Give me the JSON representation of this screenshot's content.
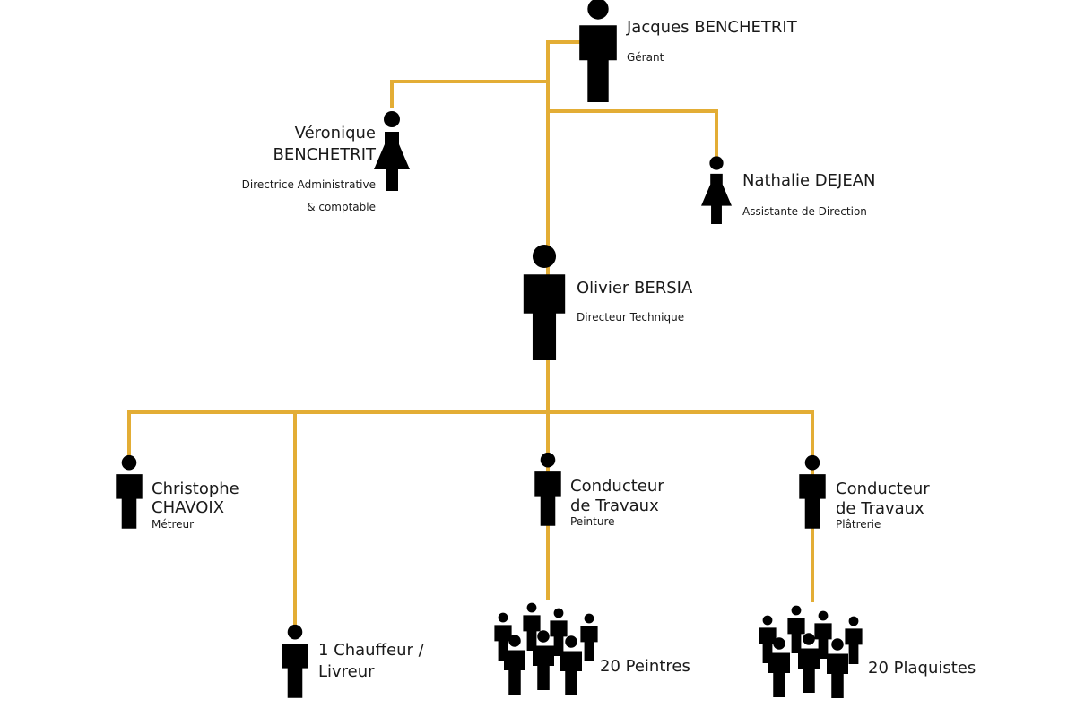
{
  "colors": {
    "accent": "#e3ad35",
    "text": "#1a1a1a"
  },
  "nodes": {
    "jacques": {
      "name": "Jacques BENCHETRIT",
      "role": "Gérant",
      "icon": "person-icon"
    },
    "veronique": {
      "name_line1": "Véronique",
      "name_line2": "BENCHETRIT",
      "role_line1": "Directrice Administrative",
      "role_line2": "& comptable",
      "icon": "woman-icon"
    },
    "nathalie": {
      "name": "Nathalie DEJEAN",
      "role": "Assistante de Direction",
      "icon": "woman-icon"
    },
    "olivier": {
      "name": "Olivier BERSIA",
      "role": "Directeur Technique",
      "icon": "person-icon"
    },
    "christophe": {
      "name_line1": "Christophe",
      "name_line2": "CHAVOIX",
      "role": "Métreur",
      "icon": "person-icon"
    },
    "chauffeur": {
      "name_line1": "1 Chauffeur /",
      "name_line2": "Livreur",
      "icon": "person-icon"
    },
    "conducteur_peinture": {
      "name_line1": "Conducteur",
      "name_line2": "de Travaux",
      "role": "Peinture",
      "icon": "person-icon"
    },
    "conducteur_platrerie": {
      "name_line1": "Conducteur",
      "name_line2": "de Travaux",
      "role": "Plâtrerie",
      "icon": "person-icon"
    },
    "peintres": {
      "name": "20 Peintres",
      "icon": "group-icon"
    },
    "plaquistes": {
      "name": "20 Plaquistes",
      "icon": "group-icon"
    }
  }
}
